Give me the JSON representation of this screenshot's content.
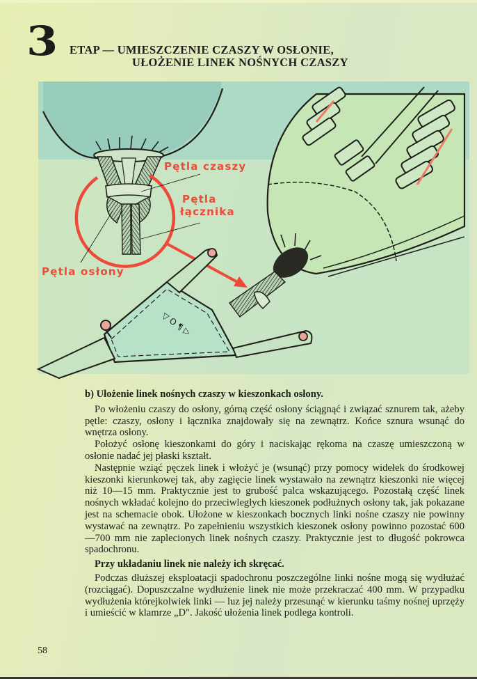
{
  "header": {
    "chapter_number": "3",
    "title_line1": "ETAP — UMIESZCZENIE CZASZY W OSŁONIE,",
    "title_line2": "UŁOŻENIE LINEK NOŚNYCH CZASZY"
  },
  "illustration": {
    "labels": {
      "petla_czaszy": "Pętla czaszy",
      "petla_lacznika_1": "Pętla",
      "petla_lacznika_2": "łącznika",
      "petla_oslony": "Pętla osłony"
    },
    "colors": {
      "background_blue": "#9fd3c4",
      "sheet": "#c9e8b8",
      "ink": "#1f1f1a",
      "highlight_red": "#ee4a3a"
    },
    "stencil_marks": "▽ O ¶ ▷"
  },
  "body": {
    "subheading": "b) Ułożenie linek nośnych czaszy w kieszonkach osłony.",
    "paragraphs": [
      "Po włożeniu czaszy do osłony, górną część osłony ściągnąć i związać sznurem tak, ażeby pętle: czaszy, osłony i łącznika znajdowały się na zewnątrz. Końce sznura wsunąć do wnętrza osłony.",
      "Położyć osłonę kieszonkami do góry i naciskając rękoma na czaszę umieszczoną w osłonie nadać jej płaski kształt.",
      "Następnie wziąć pęczek linek i włożyć je (wsunąć) przy pomocy widełek do środkowej kieszonki kierunkowej tak, aby zagięcie linek wystawało na zewnątrz kieszonki nie więcej niż 10—15 mm. Praktycznie jest to grubość palca wskazującego. Pozostałą część linek nośnych wkładać kolejno do przeciwległych kieszonek podłużnych osłony tak, jak pokazane jest na schemacie obok. Ułożone w kieszonkach bocznych linki nośne czaszy nie powinny wystawać na zewnątrz. Po zapełnieniu wszystkich kieszonek osłony powinno pozostać 600—700 mm nie zaplecionych linek nośnych czaszy. Praktycznie jest to długość pokrowca spadochronu."
    ],
    "bold_note": "Przy układaniu linek nie należy ich skręcać.",
    "final_paragraph": "Podczas dłuższej eksploatacji spadochronu poszczególne linki nośne mogą się wydłużać (rozciągać). Dopuszczalne wydłużenie linek nie może przekraczać 400 mm. W przypadku wydłużenia którejkolwiek linki — luz jej należy przesunąć w kierunku taśmy nośnej uprzęży i umieścić w klamrze „D\". Jakość ułożenia linek podlega kontroli."
  },
  "footer": {
    "page_number": "58"
  }
}
